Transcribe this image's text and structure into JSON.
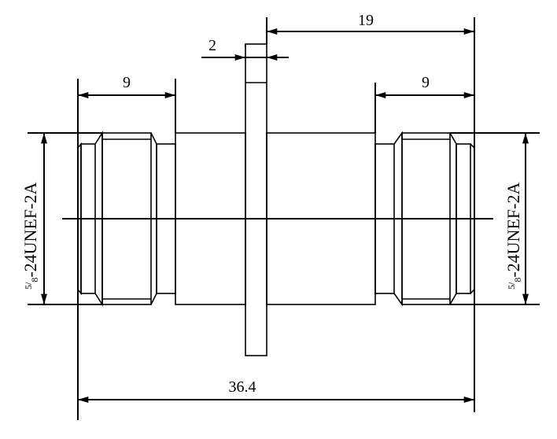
{
  "dimensions": {
    "flange_thickness": "2",
    "flange_to_end": "19",
    "left_thread_length": "9",
    "right_thread_length": "9",
    "overall_length": "36.4"
  },
  "thread_callout": {
    "fraction_num": "5",
    "fraction_den": "8",
    "spec": "-24UNEF-2A"
  }
}
